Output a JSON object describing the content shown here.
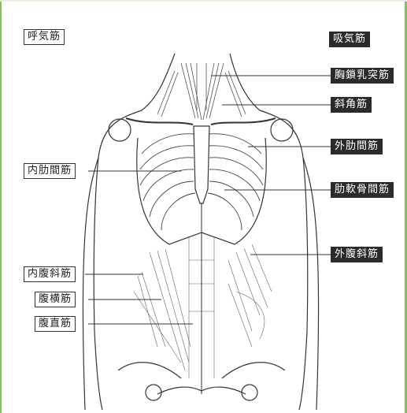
{
  "headings": {
    "expiratory": "呼気筋",
    "inspiratory": "吸気筋"
  },
  "labels": {
    "scm": "胸鎖乳突筋",
    "scalene": "斜角筋",
    "ext_intercostal": "外肋間筋",
    "int_intercostal": "内肋間筋",
    "parasternal": "肋軟骨間筋",
    "ext_oblique": "外腹斜筋",
    "int_oblique": "内腹斜筋",
    "transversus": "腹横筋",
    "rectus": "腹直筋"
  },
  "colors": {
    "frame_border": "#7fc35a",
    "label_dark": "#2b2b2b",
    "line": "#333333"
  }
}
